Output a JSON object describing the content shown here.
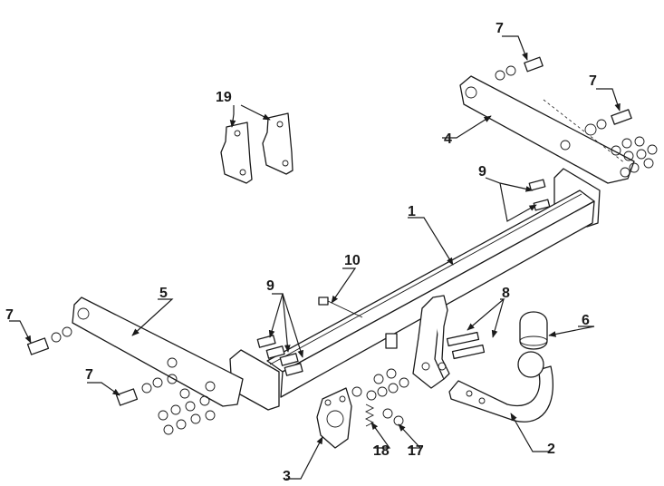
{
  "diagram": {
    "callouts": {
      "c1": "1",
      "c2": "2",
      "c3": "3",
      "c4": "4",
      "c5": "5",
      "c6": "6",
      "c7a": "7",
      "c7b": "7",
      "c7c": "7",
      "c7d": "7",
      "c8": "8",
      "c9a": "9",
      "c9b": "9",
      "c10": "10",
      "c17": "17",
      "c18": "18",
      "c19": "19"
    },
    "line_color": "#1a1a1a",
    "background": "#ffffff"
  }
}
